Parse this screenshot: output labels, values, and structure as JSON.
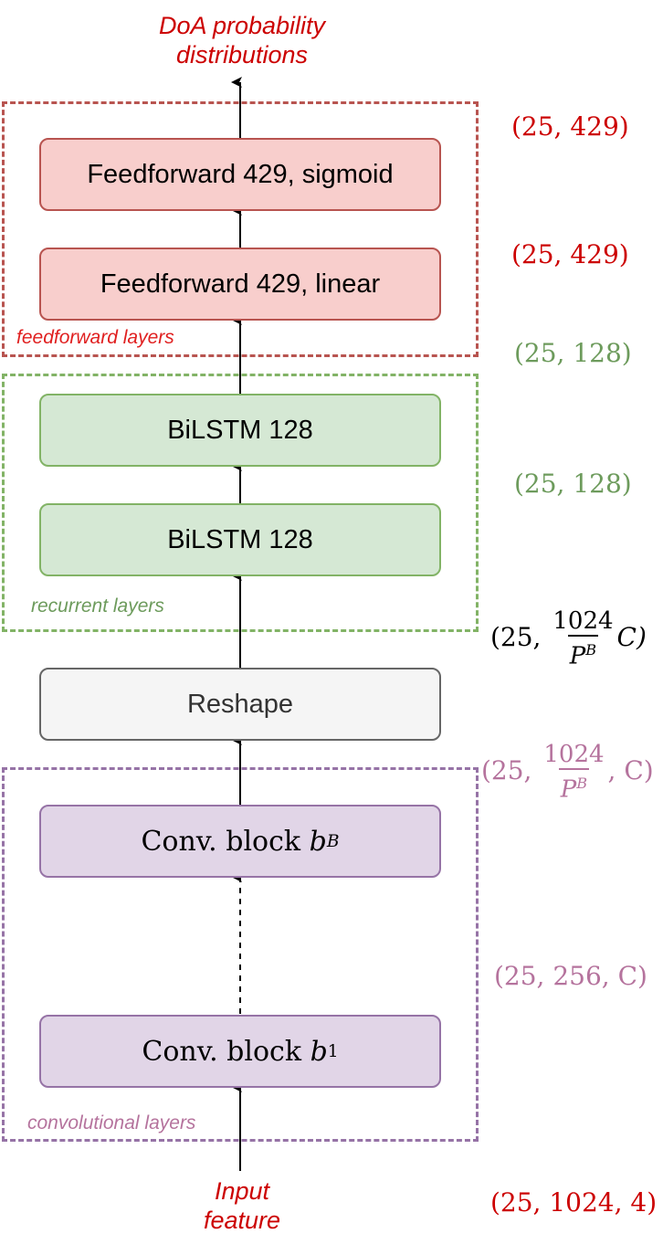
{
  "title_output": [
    "DoA probability",
    "distributions"
  ],
  "input_label": [
    "Input",
    "feature"
  ],
  "groups": {
    "feedforward": "feedforward layers",
    "recurrent": "recurrent layers",
    "convolutional": "convolutional layers"
  },
  "nodes": {
    "ff2": "Feedforward 429, sigmoid",
    "ff1": "Feedforward 429, linear",
    "lstm2": "BiLSTM 128",
    "lstm1": "BiLSTM 128",
    "reshape": "Reshape",
    "convB_text": "Conv. block ",
    "convB_var": "b",
    "convB_sub": "B",
    "conv1_text": "Conv. block ",
    "conv1_var": "b",
    "conv1_sub": "1"
  },
  "shapes": {
    "s_ff2": "(25, 429)",
    "s_ff1": "(25, 429)",
    "s_lstm2": "(25, 128)",
    "s_lstm1": "(25, 128)",
    "s_reshape_open": "(25, ",
    "s_reshape_num": "1024",
    "s_reshape_den": "P",
    "s_reshape_sup": "B",
    "s_reshape_close": "C)",
    "s_convB_open": "(25, ",
    "s_convB_num": "1024",
    "s_convB_den": "P",
    "s_convB_sup": "B",
    "s_convB_close": ", C)",
    "s_conv1": "(25, 256, C)",
    "s_input": "(25, 1024, 4)"
  },
  "colors": {
    "red_text": "#cc0000",
    "green_text": "#6d9b5c",
    "purple_text": "#b5739d"
  }
}
